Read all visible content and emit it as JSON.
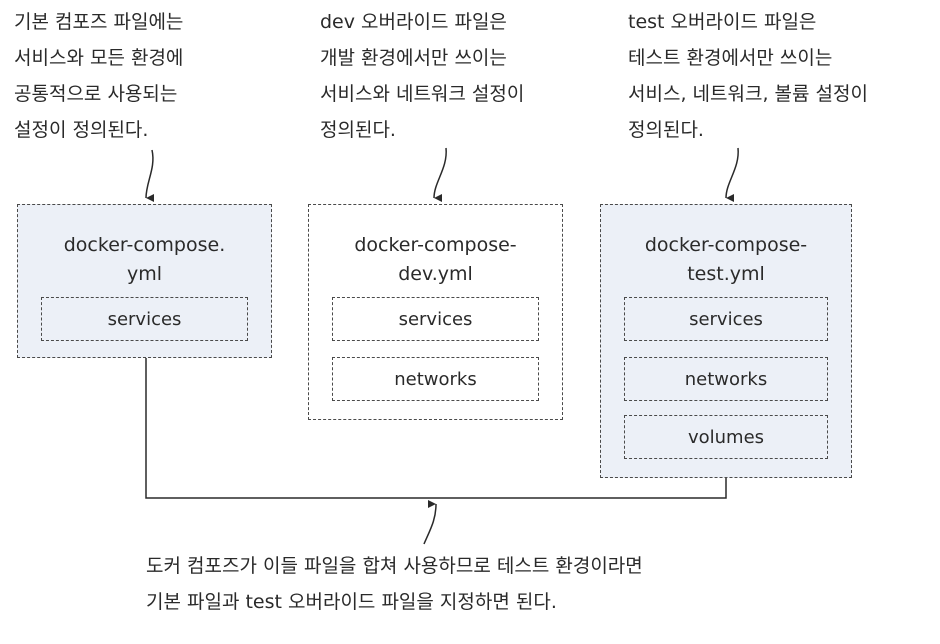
{
  "annotations": {
    "base": "기본 컴포즈 파일에는\n서비스와 모든 환경에\n공통적으로 사용되는\n설정이 정의된다.",
    "dev": "dev 오버라이드 파일은\n개발 환경에서만 쓰이는\n서비스와 네트워크 설정이\n정의된다.",
    "test": "test 오버라이드 파일은\n테스트 환경에서만 쓰이는\n서비스, 네트워크, 볼륨 설정이\n정의된다."
  },
  "files": {
    "base": {
      "title": "docker-compose.\nyml",
      "sections": [
        "services"
      ]
    },
    "dev": {
      "title": "docker-compose-\ndev.yml",
      "sections": [
        "services",
        "networks"
      ]
    },
    "test": {
      "title": "docker-compose-\ntest.yml",
      "sections": [
        "services",
        "networks",
        "volumes"
      ]
    }
  },
  "bottom_note": "도커 컴포즈가 이들 파일을 합쳐 사용하므로 테스트 환경이라면\n기본 파일과 test 오버라이드 파일을 지정하면 된다.",
  "colors": {
    "highlight_fill": "#ecf0f7",
    "stroke": "#4a4a4a"
  }
}
